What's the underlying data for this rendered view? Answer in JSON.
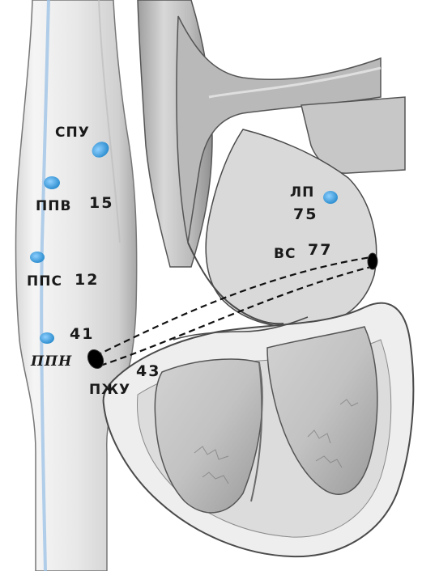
{
  "labels": {
    "spu": "СПУ",
    "ppv": "ППВ",
    "ppv_value": "15",
    "pps": "ППС",
    "pps_value": "12",
    "ppn": "ППН",
    "ppn_value": "41",
    "pzhu": "ПЖУ",
    "pzhu_value": "43",
    "lp": "ЛП",
    "lp_value": "75",
    "vs": "ВС",
    "vs_value": "77"
  },
  "colors": {
    "marker_blue": "#2f8fd0",
    "marker_black": "#000000",
    "tissue_light": "#e6e6e6",
    "tissue_mid": "#bdbdbd",
    "outline": "#4a4a4a",
    "vein_blue": "#9fc3e6"
  }
}
